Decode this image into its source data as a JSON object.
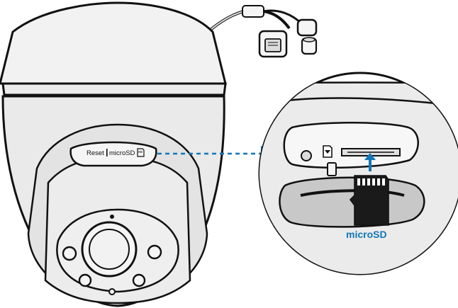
{
  "camera": {
    "port_label_reset": "Reset",
    "port_label_microsd": "microSD"
  },
  "callout": {
    "card_label": "microSD"
  },
  "colors": {
    "outline": "#111111",
    "dome_fill": "#f2f2f2",
    "body_fill": "#e6e6e6",
    "slot_fill": "#c8c8c8",
    "card_fill": "#1a1a1a",
    "accent": "#1277b8"
  },
  "icons": {
    "reset_hole": "circle",
    "sd_card": "sd-card-icon",
    "arrow": "dashed-arrow"
  }
}
